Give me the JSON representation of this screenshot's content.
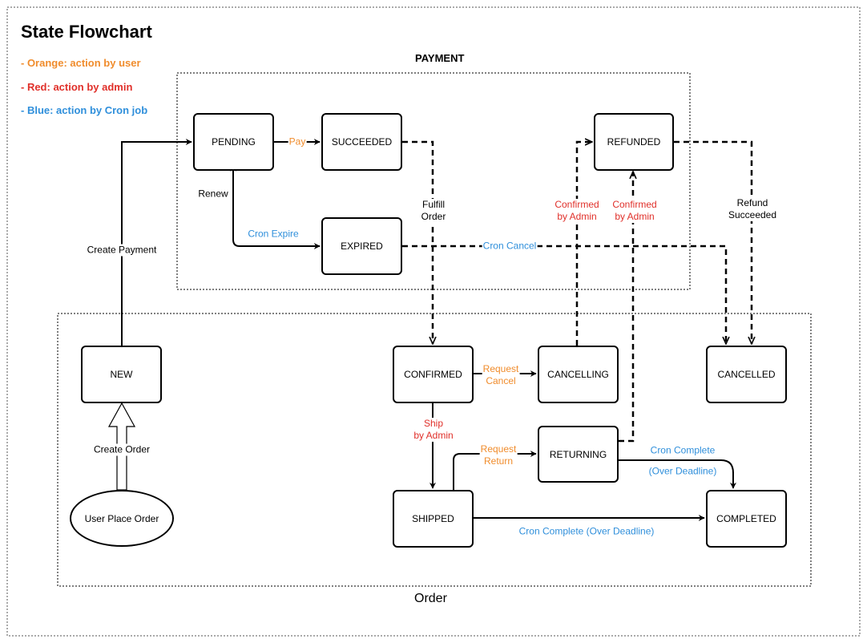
{
  "title": "State Flowchart",
  "colors": {
    "user": "#f08c2c",
    "admin": "#e0302a",
    "cron": "#2f8fdb",
    "line": "#000000"
  },
  "legend": {
    "user": "- Orange: action by user",
    "admin": "- Red: action by admin",
    "cron": "- Blue: action by Cron job"
  },
  "groups": {
    "payment": "PAYMENT",
    "order": "Order"
  },
  "nodes": {
    "pending": "PENDING",
    "succeeded": "SUCCEEDED",
    "refunded": "REFUNDED",
    "expired": "EXPIRED",
    "new": "NEW",
    "confirmed": "CONFIRMED",
    "cancelling": "CANCELLING",
    "cancelled": "CANCELLED",
    "returning": "RETURNING",
    "shipped": "SHIPPED",
    "completed": "COMPLETED",
    "user_place_order": "User Place Order"
  },
  "edges": {
    "pay": "Pay",
    "renew": "Renew",
    "cron_expire": "Cron Expire",
    "create_payment": "Create Payment",
    "create_order": "Create Order",
    "fulfill_order_1": "Fulfill",
    "fulfill_order_2": "Order",
    "confirmed_by_admin_1a": "Confirmed",
    "confirmed_by_admin_1b": "by Admin",
    "confirmed_by_admin_2a": "Confirmed",
    "confirmed_by_admin_2b": "by Admin",
    "refund_succeeded_1": "Refund",
    "refund_succeeded_2": "Succeeded",
    "cron_cancel": "Cron Cancel",
    "request_cancel_1": "Request",
    "request_cancel_2": "Cancel",
    "ship_by_admin_1": "Ship",
    "ship_by_admin_2": "by Admin",
    "request_return_1": "Request",
    "request_return_2": "Return",
    "cron_complete_returning_1": "Cron Complete",
    "cron_complete_returning_2": "(Over Deadline)",
    "cron_complete_shipped": "Cron Complete (Over Deadline)"
  }
}
